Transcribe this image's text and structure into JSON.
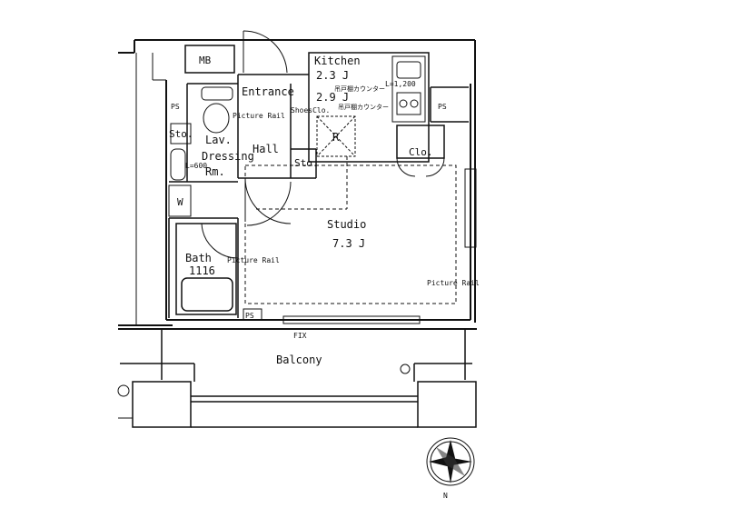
{
  "plan": {
    "rooms": {
      "kitchen": "Kitchen",
      "kitchen_area": "2.3 J",
      "entrance": "Entrance",
      "entrance_area": "2.9 J",
      "hall": "Hall",
      "lav": "Lav.",
      "dressing": "Dressing",
      "dressing_rm": "Rm.",
      "studio": "Studio",
      "studio_area": "7.3 J",
      "bath": "Bath",
      "bath_size": "1116",
      "balcony": "Balcony"
    },
    "fixtures": {
      "mb": "MB",
      "ps_left": "PS",
      "ps_right": "PS",
      "ps_bottom": "PS",
      "sto_lav": "Sto.",
      "sto_hall": "Sto.",
      "w": "W",
      "clo": "Clo.",
      "shoes_clo": "ShoesClo.",
      "r": "R",
      "fix": "FIX",
      "l600": "L=600",
      "l1200": "L=1,200",
      "shelf_1": "吊戸棚カウンター",
      "shelf_2": "吊戸棚カウンター"
    },
    "notes": {
      "picture_rail_entrance": "Picture Rail",
      "picture_rail_bath": "Picture Rail",
      "picture_rail_studio": "Picture Rail"
    },
    "compass": {
      "north": "N"
    }
  }
}
